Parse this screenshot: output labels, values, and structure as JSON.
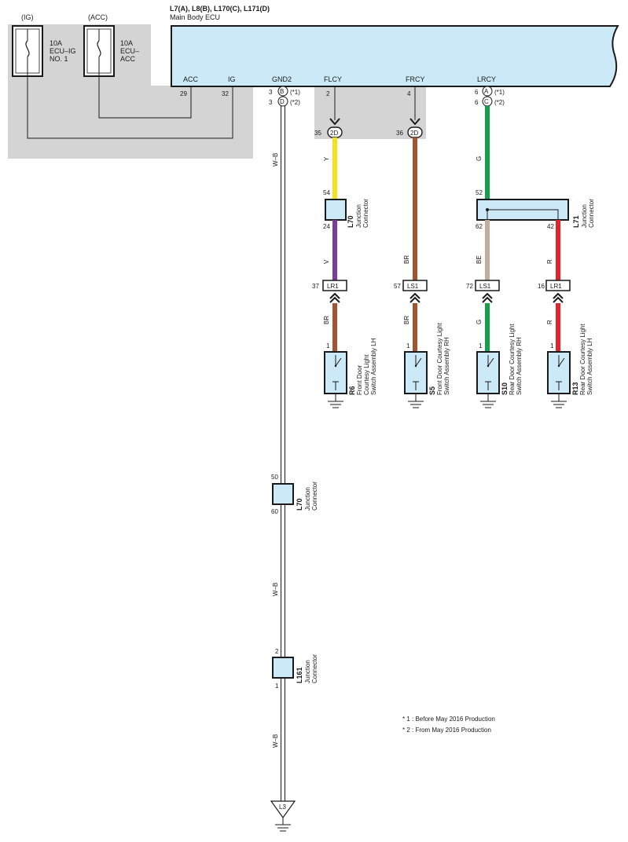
{
  "ecu": {
    "codes": "L7(A), L8(B), L170(C), L171(D)",
    "name": "Main Body ECU",
    "terminals": [
      "ACC",
      "IG",
      "GND2",
      "FLCY",
      "FRCY",
      "LRCY"
    ],
    "pins": {
      "acc": "29",
      "ig": "32",
      "flcy": "2",
      "frcy": "4"
    }
  },
  "fuses": [
    {
      "supply": "(IG)",
      "rating": "10A",
      "name_line1": "ECU–IG",
      "name_line2": "NO. 1"
    },
    {
      "supply": "(ACC)",
      "rating": "10A",
      "name_line1": "ECU–",
      "name_line2": "ACC"
    }
  ],
  "gnd_connectors": [
    {
      "pin": "3",
      "letter": "B",
      "note": "(*1)"
    },
    {
      "pin": "3",
      "letter": "D",
      "note": "(*2)"
    }
  ],
  "lrcy_connectors": [
    {
      "pin": "6",
      "letter": "A",
      "note": "(*1)"
    },
    {
      "pin": "6",
      "letter": "C",
      "note": "(*2)"
    }
  ],
  "in_line": [
    {
      "pin": "35",
      "label": "2D"
    },
    {
      "pin": "36",
      "label": "2D"
    }
  ],
  "wires": {
    "gnd": "W–B",
    "flcy_top": "Y",
    "flcy_mid": "V",
    "flcy_bot": "BR",
    "frcy_top": "BR",
    "frcy_bot": "BR",
    "lrcy_top": "G",
    "lrcy_mid": "BE",
    "lrcy_bot": "G",
    "rr_mid": "R",
    "rr_bot": "R"
  },
  "junctions": {
    "l70_top": {
      "code": "L70",
      "desc1": "Junction",
      "desc2": "Connector",
      "pin_in": "54",
      "pin_out": "24"
    },
    "l71": {
      "code": "L71",
      "desc1": "Junction",
      "desc2": "Connector",
      "pin_in": "52",
      "pin_a": "62",
      "pin_b": "42"
    },
    "l70_gnd": {
      "code": "L70",
      "desc1": "Junction",
      "desc2": "Connector",
      "pin_in": "50",
      "pin_out": "60"
    },
    "l161": {
      "code": "L161",
      "desc1": "Junction",
      "desc2": "Connector",
      "pin_in": "2",
      "pin_out": "1"
    }
  },
  "switch_connectors": [
    {
      "pin": "37",
      "label": "LR1"
    },
    {
      "pin": "57",
      "label": "LS1"
    },
    {
      "pin": "72",
      "label": "LS1"
    },
    {
      "pin": "16",
      "label": "LR1"
    }
  ],
  "switches": [
    {
      "code": "R6",
      "pin": "1",
      "line1": "Front Door",
      "line2": "Courtesy Light",
      "line3": "Switch Assembly LH"
    },
    {
      "code": "S5",
      "pin": "1",
      "line1": "Front Door Courtesy Light",
      "line2": "Switch Assembly RH",
      "line3": ""
    },
    {
      "code": "S10",
      "pin": "1",
      "line1": "Rear Door Courtesy Light",
      "line2": "Switch Assembly RH",
      "line3": ""
    },
    {
      "code": "R13",
      "pin": "1",
      "line1": "Rear Door Courtesy Light",
      "line2": "Switch Assembly LH",
      "line3": ""
    }
  ],
  "ground_point": "L3",
  "notes": [
    "* 1 : Before May 2016 Production",
    "* 2 : From May 2016 Production"
  ],
  "colors": {
    "ecu_fill": "#cbe9f6",
    "panel": "#d4d4d4",
    "yellow": "#f5e21b",
    "violet": "#7c3a9c",
    "brown": "#a4552f",
    "green": "#14a048",
    "beige": "#c4ad98",
    "red": "#e32229"
  }
}
